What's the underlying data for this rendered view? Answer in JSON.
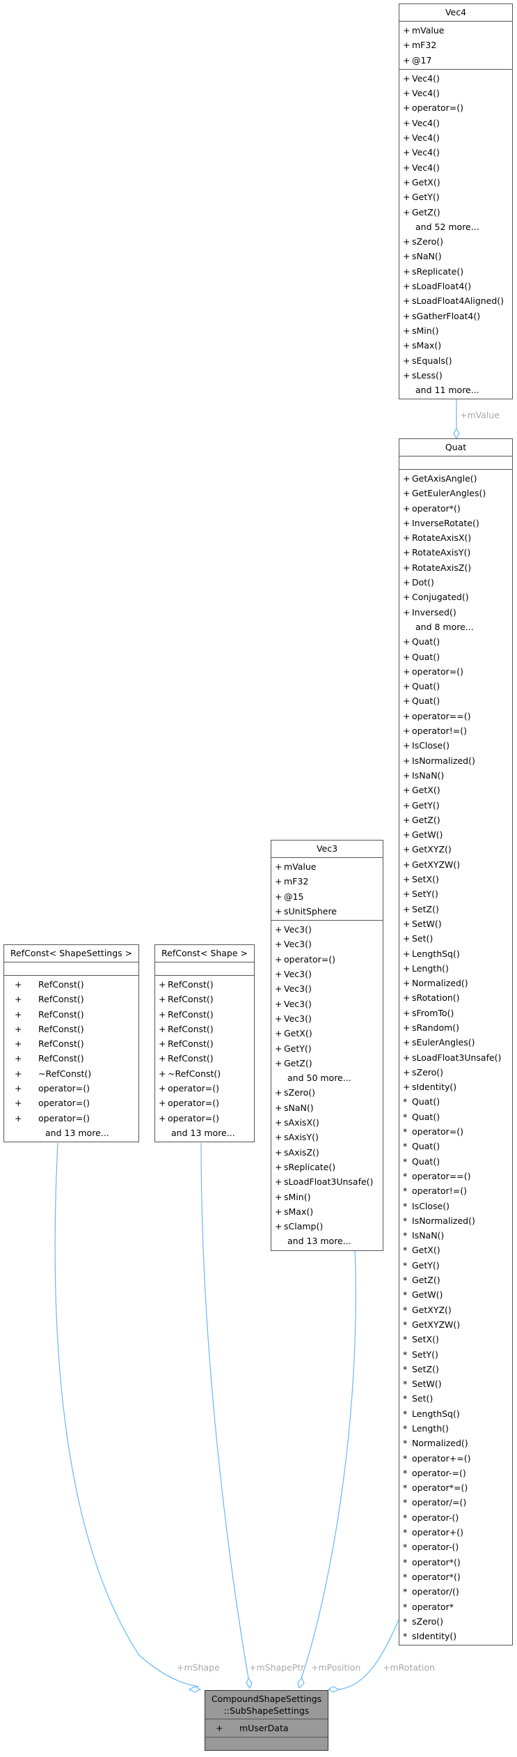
{
  "classes": {
    "vec4": {
      "name": "Vec4",
      "attributes": [
        "+ mValue",
        "+ mF32",
        "+ @17"
      ],
      "methods": [
        "+ Vec4()",
        "+ Vec4()",
        "+ operator=()",
        "+ Vec4()",
        "+ Vec4()",
        "+ Vec4()",
        "+ Vec4()",
        "+ GetX()",
        "+ GetY()",
        "+ GetZ()",
        "and 52 more...",
        "+ sZero()",
        "+ sNaN()",
        "+ sReplicate()",
        "+ sLoadFloat4()",
        "+ sLoadFloat4Aligned()",
        "+ sGatherFloat4()",
        "+ sMin()",
        "+ sMax()",
        "+ sEquals()",
        "+ sLess()",
        "and 11 more..."
      ]
    },
    "quat": {
      "name": "Quat",
      "attributes": [],
      "methods": [
        "+ GetAxisAngle()",
        "+ GetEulerAngles()",
        "+ operator*()",
        "+ InverseRotate()",
        "+ RotateAxisX()",
        "+ RotateAxisY()",
        "+ RotateAxisZ()",
        "+ Dot()",
        "+ Conjugated()",
        "+ Inversed()",
        "and 8 more...",
        "+ Quat()",
        "+ Quat()",
        "+ operator=()",
        "+ Quat()",
        "+ Quat()",
        "+ operator==()",
        "+ operator!=()",
        "+ IsClose()",
        "+ IsNormalized()",
        "+ IsNaN()",
        "+ GetX()",
        "+ GetY()",
        "+ GetZ()",
        "+ GetW()",
        "+ GetXYZ()",
        "+ GetXYZW()",
        "+ SetX()",
        "+ SetY()",
        "+ SetZ()",
        "+ SetW()",
        "+ Set()",
        "+ LengthSq()",
        "+ Length()",
        "+ Normalized()",
        "+ sRotation()",
        "+ sFromTo()",
        "+ sRandom()",
        "+ sEulerAngles()",
        "+ sLoadFloat3Unsafe()",
        "+ sZero()",
        "+ sIdentity()",
        "* Quat()",
        "* Quat()",
        "* operator=()",
        "* Quat()",
        "* Quat()",
        "* operator==()",
        "* operator!=()",
        "* IsClose()",
        "* IsNormalized()",
        "* IsNaN()",
        "* GetX()",
        "* GetY()",
        "* GetZ()",
        "* GetW()",
        "* GetXYZ()",
        "* GetXYZW()",
        "* SetX()",
        "* SetY()",
        "* SetZ()",
        "* SetW()",
        "* Set()",
        "* LengthSq()",
        "* Length()",
        "* Normalized()",
        "* operator+=()",
        "* operator-=()",
        "* operator*=()",
        "* operator/=()",
        "* operator-()",
        "* operator+()",
        "* operator-()",
        "* operator*()",
        "* operator*()",
        "* operator/()",
        "* operator*",
        "* sZero()",
        "* sIdentity()"
      ]
    },
    "vec3": {
      "name": "Vec3",
      "attributes": [
        "+ mValue",
        "+ mF32",
        "+ @15",
        "+ sUnitSphere"
      ],
      "methods": [
        "+ Vec3()",
        "+ Vec3()",
        "+ operator=()",
        "+ Vec3()",
        "+ Vec3()",
        "+ Vec3()",
        "+ Vec3()",
        "+ GetX()",
        "+ GetY()",
        "+ GetZ()",
        "and 50 more...",
        "+ sZero()",
        "+ sNaN()",
        "+ sAxisX()",
        "+ sAxisY()",
        "+ sAxisZ()",
        "+ sReplicate()",
        "+ sLoadFloat3Unsafe()",
        "+ sMin()",
        "+ sMax()",
        "+ sClamp()",
        "and 13 more..."
      ]
    },
    "refconst_shapesettings": {
      "name": "RefConst< ShapeSettings >",
      "attributes": [],
      "methods": [
        "+ RefConst()",
        "+ RefConst()",
        "+ RefConst()",
        "+ RefConst()",
        "+ RefConst()",
        "+ RefConst()",
        "+ ~RefConst()",
        "+ operator=()",
        "+ operator=()",
        "+ operator=()",
        "and 13 more..."
      ]
    },
    "refconst_shape": {
      "name": "RefConst< Shape >",
      "attributes": [],
      "methods": [
        "+ RefConst()",
        "+ RefConst()",
        "+ RefConst()",
        "+ RefConst()",
        "+ RefConst()",
        "+ RefConst()",
        "+ ~RefConst()",
        "+ operator=()",
        "+ operator=()",
        "+ operator=()",
        "and 13 more..."
      ]
    },
    "subshape": {
      "name_line1": "CompoundShapeSettings",
      "name_line2": "::SubShapeSettings",
      "attributes": [
        "+ mUserData"
      ],
      "methods": []
    }
  },
  "edges": {
    "vec4_quat": "+mValue",
    "refconst_shapesettings_subshape": "+mShape",
    "refconst_shape_subshape": "+mShapePtr",
    "vec3_subshape": "+mPosition",
    "quat_subshape": "+mRotation"
  },
  "colors": {
    "edge": "#63b8ff",
    "edge_label": "#a8a8a8",
    "border": "#555555",
    "highlight_fill": "#999999"
  }
}
